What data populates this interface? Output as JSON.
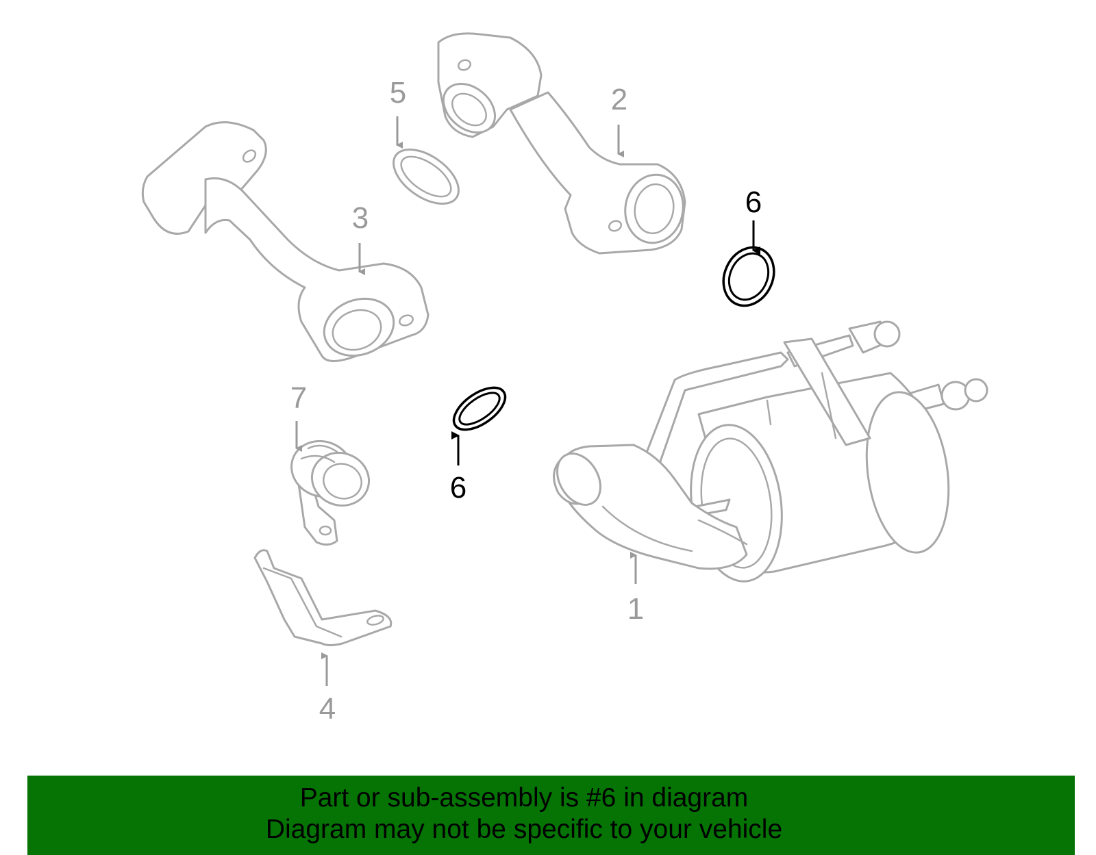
{
  "callouts": [
    {
      "id": "1",
      "text": "1",
      "highlighted": false
    },
    {
      "id": "2",
      "text": "2",
      "highlighted": false
    },
    {
      "id": "3",
      "text": "3",
      "highlighted": false
    },
    {
      "id": "4",
      "text": "4",
      "highlighted": false
    },
    {
      "id": "5",
      "text": "5",
      "highlighted": false
    },
    {
      "id": "6a",
      "text": "6",
      "highlighted": true
    },
    {
      "id": "6b",
      "text": "6",
      "highlighted": true
    },
    {
      "id": "7",
      "text": "7",
      "highlighted": false
    }
  ],
  "banner": {
    "line1": "Part or sub-assembly is #6 in diagram",
    "line2": "Diagram may not be specific to your vehicle",
    "background_color": "#057405"
  },
  "colors": {
    "part_outline": "#a8a8a8",
    "callout_dim": "#9a9a9a",
    "callout_highlight": "#000000"
  }
}
